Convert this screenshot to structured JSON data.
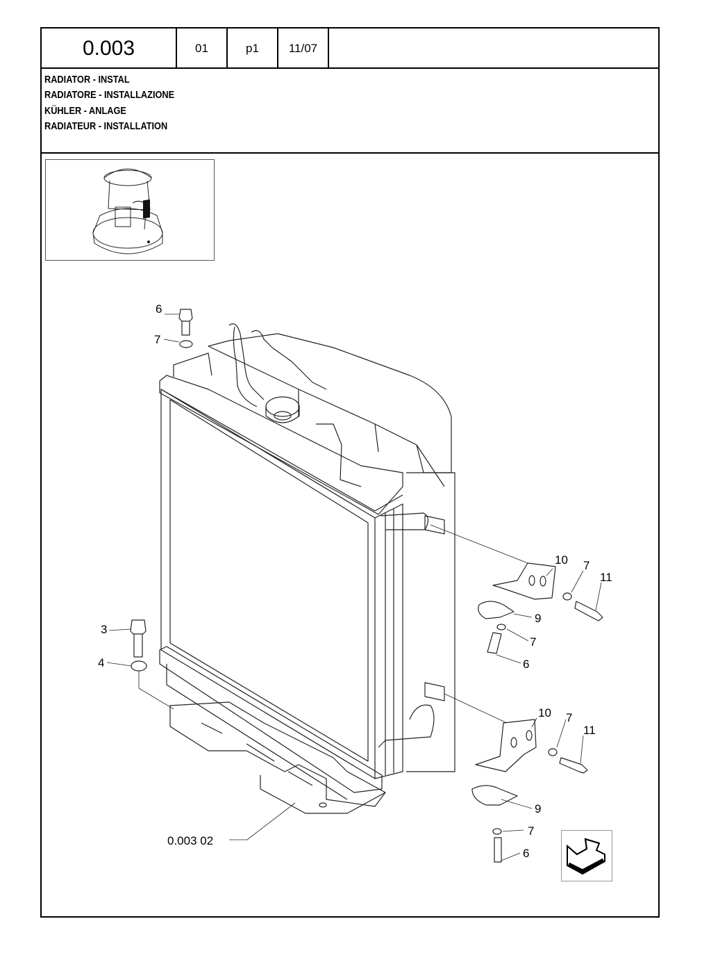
{
  "header": {
    "code": "0.003",
    "sub": "01",
    "page": "p1",
    "date": "11/07"
  },
  "titles": [
    "RADIATOR - INSTAL",
    "RADIATORE - INSTALLAZIONE",
    "KÜHLER - ANLAGE",
    "RADIATEUR - INSTALLATION"
  ],
  "callouts": {
    "c6_top": "6",
    "c7_top": "7",
    "c3": "3",
    "c4": "4",
    "c10_upper": "10",
    "c7_upper_right": "7",
    "c11_upper": "11",
    "c9_upper": "9",
    "c7_upper_below": "7",
    "c6_upper": "6",
    "c10_lower": "10",
    "c7_lower_right": "7",
    "c11_lower": "11",
    "c9_lower": "9",
    "c7_lower_below": "7",
    "c6_lower": "6"
  },
  "reference_label": "0.003 02",
  "nav": {
    "icon": "next-page-arrow-icon"
  }
}
